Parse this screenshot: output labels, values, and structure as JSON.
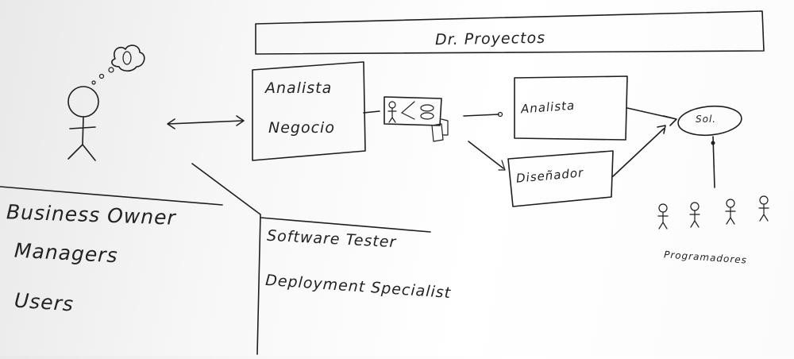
{
  "header": {
    "title": "Dr. Proyectos"
  },
  "stakeholders": {
    "items": [
      "Business Owner",
      "Managers",
      "Users"
    ]
  },
  "business_analyst": {
    "line1": "Analista",
    "line2": "Negocio"
  },
  "analyst": {
    "label": "Analista"
  },
  "designer": {
    "label": "Diseñador"
  },
  "solution": {
    "label": "Sol."
  },
  "team": {
    "label": "Programadores"
  },
  "qa": {
    "items": [
      "Software Tester",
      "Deployment Specialist"
    ]
  }
}
